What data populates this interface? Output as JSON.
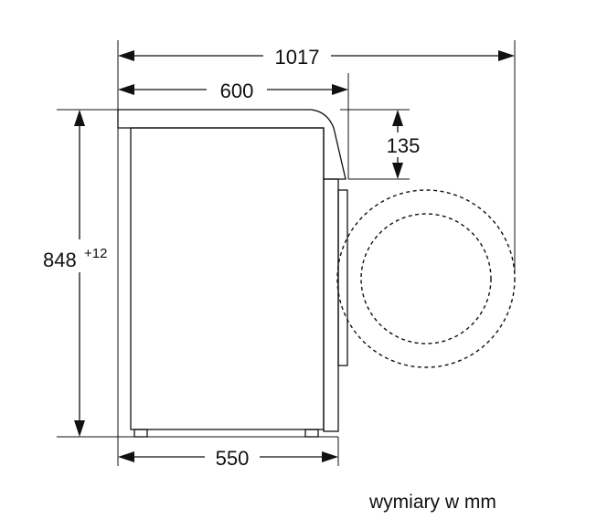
{
  "dimensions": {
    "total_depth_open_door": "1017",
    "top_depth": "600",
    "door_offset": "135",
    "height": "848",
    "height_tolerance": "+12",
    "body_depth": "550"
  },
  "note": "wymiary w mm"
}
